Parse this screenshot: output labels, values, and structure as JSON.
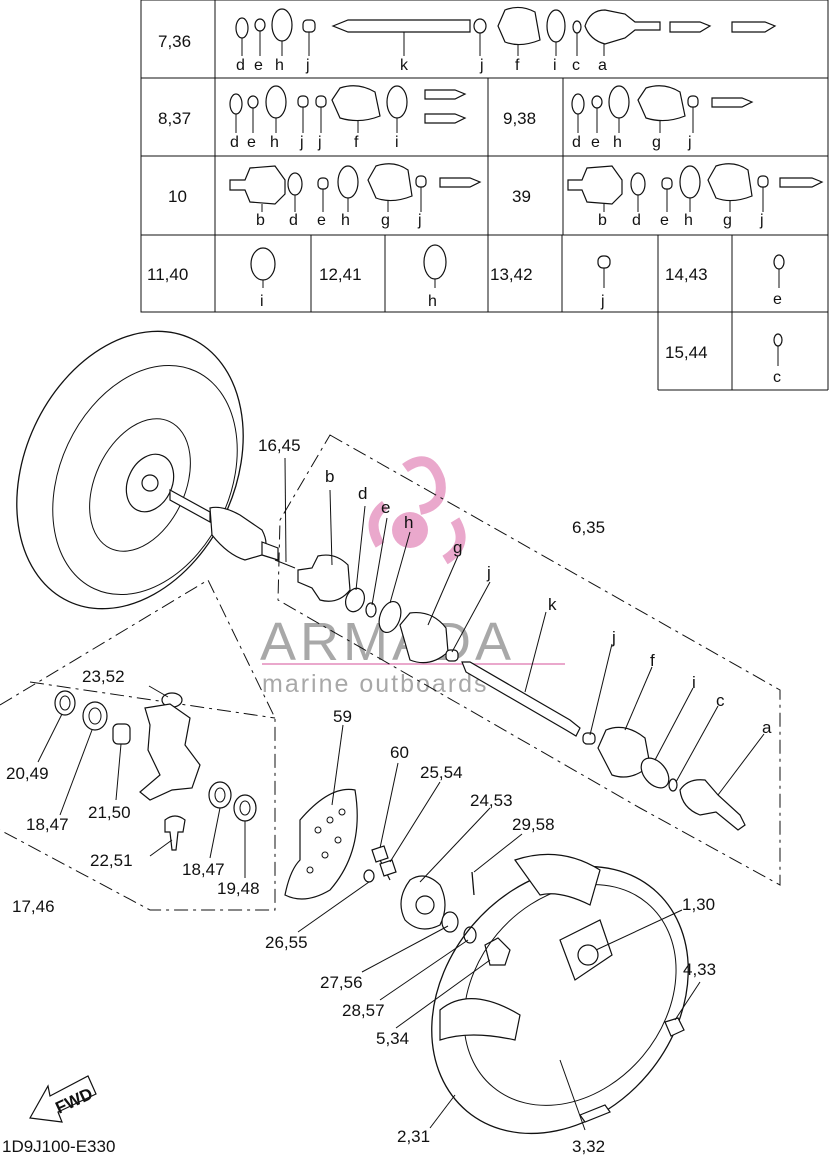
{
  "table": {
    "row1": {
      "code": "7,36",
      "letters": [
        "d",
        "e",
        "h",
        "j",
        "k",
        "j",
        "f",
        "i",
        "c",
        "a"
      ]
    },
    "row2": {
      "code_left": "8,37",
      "letters_left": [
        "d",
        "e",
        "h",
        "j",
        "j",
        "f",
        "i"
      ],
      "code_right": "9,38",
      "letters_right": [
        "d",
        "e",
        "h",
        "g",
        "j"
      ]
    },
    "row3": {
      "code_left": "10",
      "letters_left": [
        "b",
        "d",
        "e",
        "h",
        "g",
        "j"
      ],
      "code_right": "39",
      "letters_right": [
        "b",
        "d",
        "e",
        "h",
        "g",
        "j"
      ]
    },
    "row4": [
      {
        "code": "11,40",
        "letter": "i"
      },
      {
        "code": "12,41",
        "letter": "h"
      },
      {
        "code": "13,42",
        "letter": "j"
      },
      {
        "code": "14,43",
        "letter": "e"
      }
    ],
    "row5": {
      "code": "15,44",
      "letter": "c"
    }
  },
  "callouts": {
    "c1645": "16,45",
    "b": "b",
    "d": "d",
    "e": "e",
    "h": "h",
    "g": "g",
    "j1": "j",
    "c635": "6,35",
    "k": "k",
    "j2": "j",
    "f": "f",
    "i": "i",
    "c": "c",
    "a": "a",
    "c2352": "23,52",
    "c2049": "20,49",
    "c1847a": "18,47",
    "c2150": "21,50",
    "c2251": "22,51",
    "c1847b": "18,47",
    "c1948": "19,48",
    "c1746": "17,46",
    "c59": "59",
    "c60": "60",
    "c2554": "25,54",
    "c2453": "24,53",
    "c2958": "29,58",
    "c130": "1,30",
    "c433": "4,33",
    "c2655": "26,55",
    "c2756": "27,56",
    "c2857": "28,57",
    "c534": "5,34",
    "c231": "2,31",
    "c332": "3,32"
  },
  "fwd_label": "FWD",
  "diagram_code": "1D9J100-E330",
  "watermark": {
    "brand": "ARMADA",
    "tagline": "marine outboards",
    "color": "#e79ac4"
  }
}
